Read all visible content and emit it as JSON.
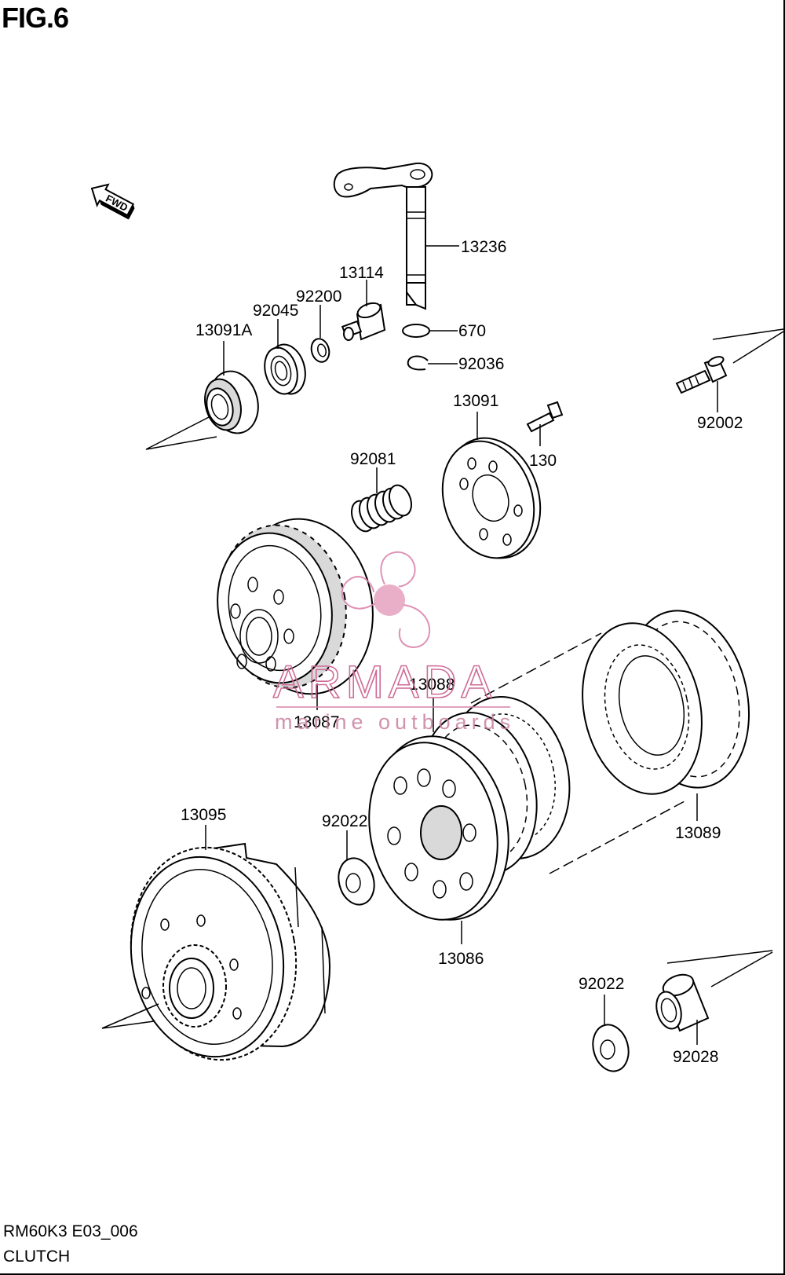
{
  "figure": {
    "title": "FIG.6",
    "code": "RM60K3 E03_006",
    "name": "CLUTCH"
  },
  "arrow": {
    "text": "FWD"
  },
  "watermark": {
    "brand": "ARMADA",
    "tagline": "marine outboards",
    "color": "#d980a8"
  },
  "parts": {
    "p13236": "13236",
    "p13114": "13114",
    "p92200": "92200",
    "p92045": "92045",
    "p13091A": "13091A",
    "p670": "670",
    "p92036": "92036",
    "p92002": "92002",
    "p13091": "13091",
    "p130": "130",
    "p92081": "92081",
    "p13087": "13087",
    "p13088": "13088",
    "p13089": "13089",
    "p13095": "13095",
    "p92022a": "92022",
    "p13086": "13086",
    "p92022b": "92022",
    "p92028": "92028"
  }
}
